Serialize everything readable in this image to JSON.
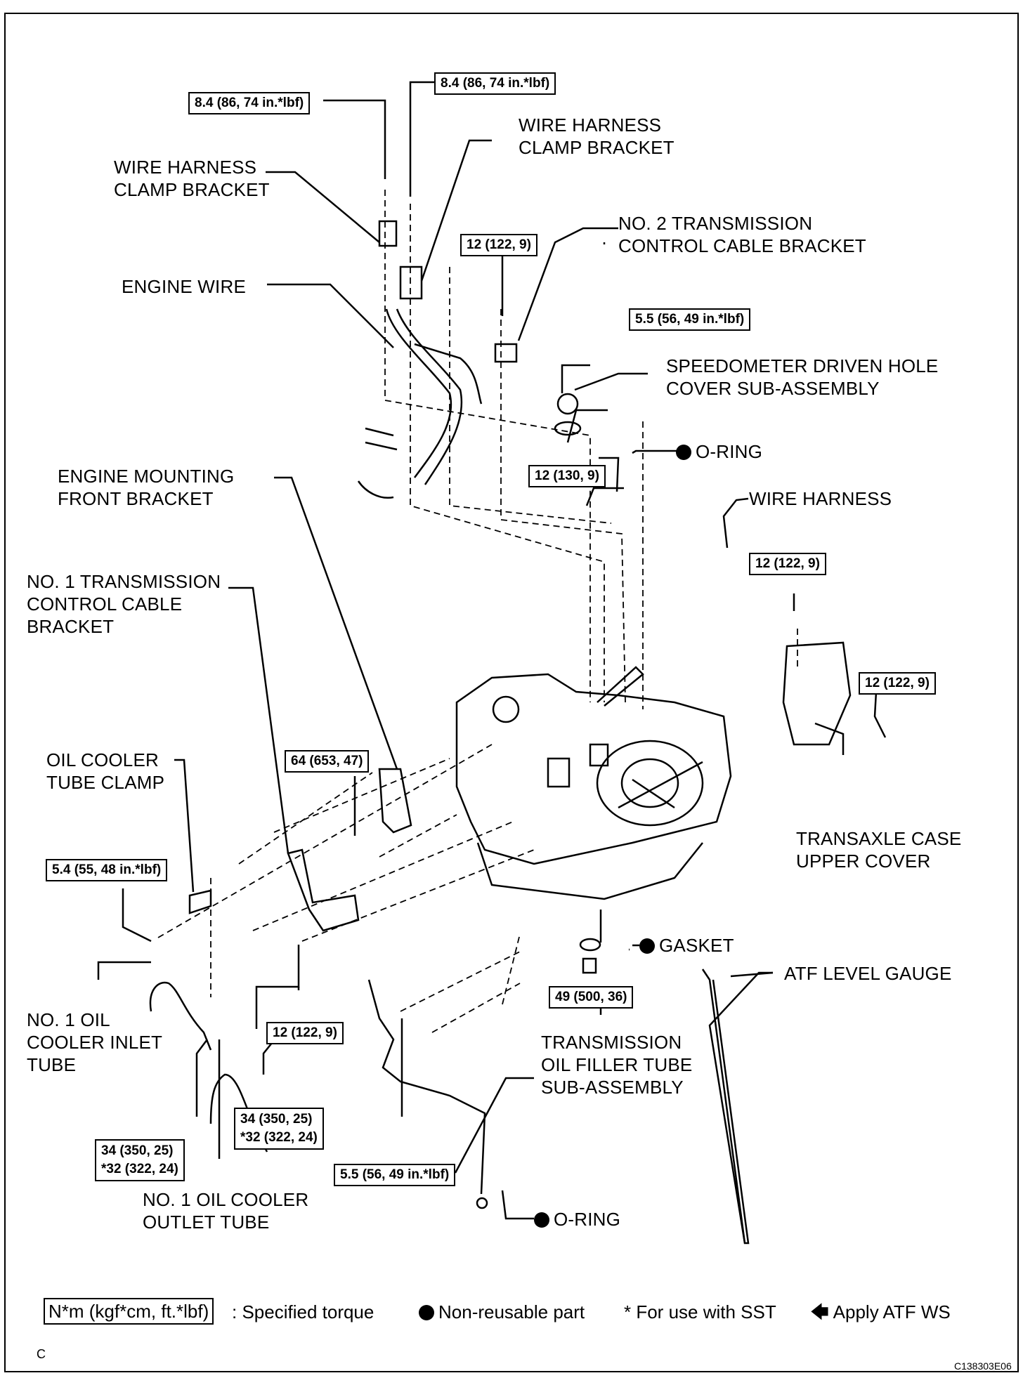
{
  "diagram": {
    "labels": {
      "wire_harness_clamp_bracket_left": "WIRE HARNESS\nCLAMP BRACKET",
      "wire_harness_clamp_bracket_right": "WIRE HARNESS\nCLAMP BRACKET",
      "no2_transmission_control_cable_bracket": "NO. 2 TRANSMISSION\nCONTROL CABLE BRACKET",
      "engine_wire": "ENGINE WIRE",
      "speedometer_driven_hole_cover": "SPEEDOMETER DRIVEN HOLE\nCOVER SUB-ASSEMBLY",
      "o_ring_top": "O-RING",
      "engine_mounting_front_bracket": "ENGINE MOUNTING\nFRONT BRACKET",
      "wire_harness": "WIRE HARNESS",
      "no1_transmission_control_cable_bracket": "NO. 1 TRANSMISSION\nCONTROL CABLE\nBRACKET",
      "oil_cooler_tube_clamp": "OIL COOLER\nTUBE CLAMP",
      "transaxle_case_upper_cover": "TRANSAXLE CASE\nUPPER COVER",
      "gasket": "GASKET",
      "atf_level_gauge": "ATF LEVEL GAUGE",
      "no1_oil_cooler_inlet_tube": "NO. 1 OIL\nCOOLER INLET\nTUBE",
      "transmission_oil_filler_tube": "TRANSMISSION\nOIL FILLER TUBE\nSUB-ASSEMBLY",
      "no1_oil_cooler_outlet_tube": "NO. 1 OIL COOLER\nOUTLET TUBE",
      "o_ring_bottom": "O-RING"
    },
    "torques": {
      "clamp_bracket_left": "8.4 (86, 74 in.*lbf)",
      "clamp_bracket_right": "8.4 (86, 74 in.*lbf)",
      "no2_cable_bracket": "12 (122, 9)",
      "speedometer_cover": "5.5 (56, 49 in.*lbf)",
      "wire_harness_bolt": "12 (130, 9)",
      "upper_cover_top": "12 (122, 9)",
      "upper_cover_side": "12 (122, 9)",
      "engine_mount_bracket": "64 (653, 47)",
      "tube_clamp": "5.4 (55, 48 in.*lbf)",
      "drain_plug": "49 (500, 36)",
      "no1_cable_bracket": "12 (122, 9)",
      "inlet_tube_union": "34 (350, 25)\n*32 (322, 24)",
      "outlet_tube_union": "34 (350, 25)\n*32 (322, 24)",
      "filler_tube_bolt": "5.5 (56, 49 in.*lbf)"
    }
  },
  "legend": {
    "torque_unit_box": "N*m (kgf*cm, ft.*lbf)",
    "torque_desc": ": Specified torque",
    "non_reusable": "Non-reusable part",
    "sst": "* For use with SST",
    "atf": "Apply ATF WS"
  },
  "footer": {
    "left_code": "C",
    "figure_code": "C138303E06"
  }
}
